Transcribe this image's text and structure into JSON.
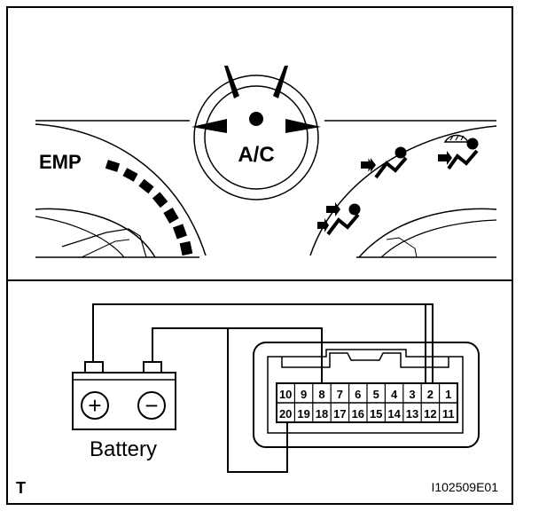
{
  "panel": {
    "temp_label": "EMP",
    "ac_label": "A/C"
  },
  "battery": {
    "label": "Battery",
    "plus_symbol": "+",
    "minus_symbol": "−"
  },
  "connector": {
    "top_row": [
      "10",
      "9",
      "8",
      "7",
      "6",
      "5",
      "4",
      "3",
      "2",
      "1"
    ],
    "bottom_row": [
      "20",
      "19",
      "18",
      "17",
      "16",
      "15",
      "14",
      "13",
      "12",
      "11"
    ]
  },
  "footer": {
    "corner_mark": "T",
    "figure_id": "I102509E01"
  }
}
